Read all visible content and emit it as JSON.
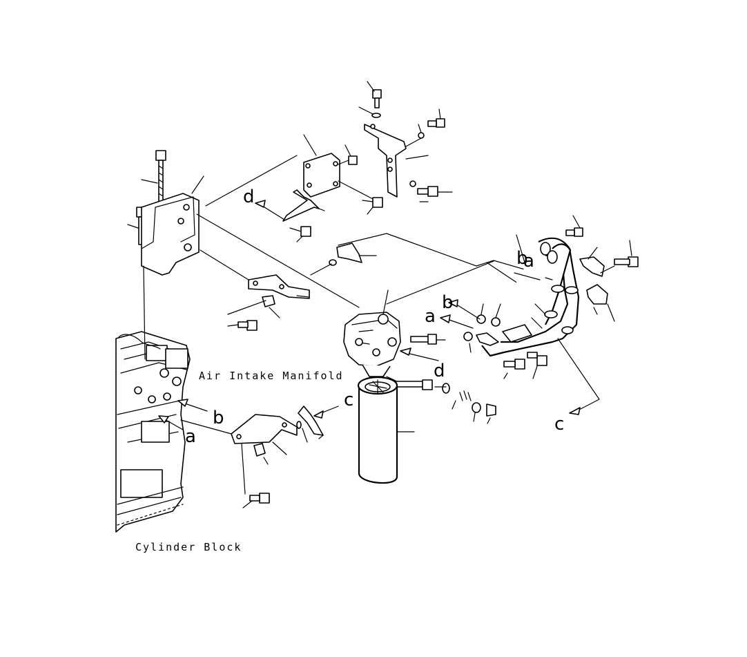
{
  "labels": {
    "air_intake_manifold": "Air Intake Manifold",
    "cylinder_block": "Cylinder Block"
  },
  "refs": {
    "a": "a",
    "b": "b",
    "c": "c",
    "d": "d"
  }
}
